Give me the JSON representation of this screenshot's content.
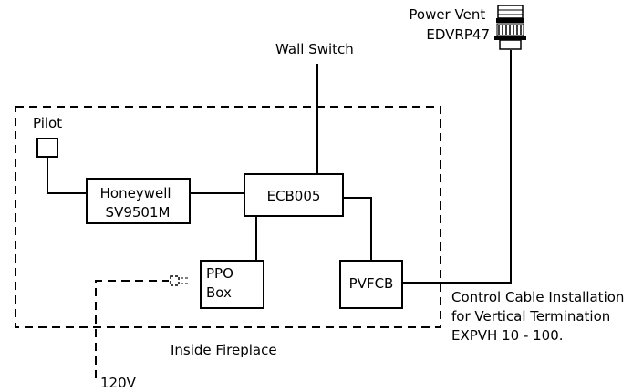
{
  "enclosure_label": "Inside Fireplace",
  "components": {
    "pilot": "Pilot",
    "valve": {
      "line1": "Honeywell",
      "line2": "SV9501M"
    },
    "ecb": "ECB005",
    "ppo": {
      "line1": "PPO",
      "line2": "Box"
    },
    "pvfcb": "PVFCB"
  },
  "external": {
    "wall_switch": "Wall Switch",
    "power_vent": {
      "line1": "Power Vent",
      "line2": "EDVRP47"
    },
    "power_supply": "120V"
  },
  "note": {
    "line1": "Control Cable Installation",
    "line2": "for Vertical Termination",
    "line3": "EXPVH 10 - 100."
  }
}
